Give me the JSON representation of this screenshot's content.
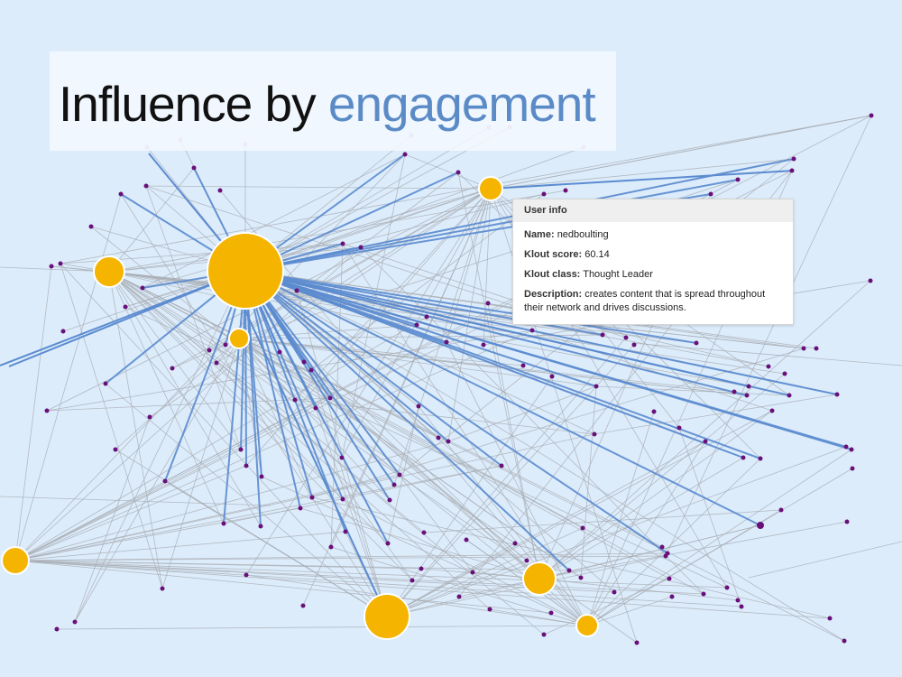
{
  "title": {
    "plain": "Influence by ",
    "accent": "engagement"
  },
  "tooltip": {
    "header": "User info",
    "name_label": "Name:",
    "name": "nedboulting",
    "score_label": "Klout score:",
    "score": "60.14",
    "class_label": "Klout class:",
    "class": "Thought Leader",
    "description_label": "Description:",
    "description": "creates content that is spread throughout their network and drives discussions."
  },
  "colors": {
    "background": "#dcecfb",
    "hub": "#f5b400",
    "node": "#6a0f7a",
    "highlight_edge": "#5b8bd0",
    "edge": "#a9adb3",
    "title_accent": "#5b8bc6"
  }
}
